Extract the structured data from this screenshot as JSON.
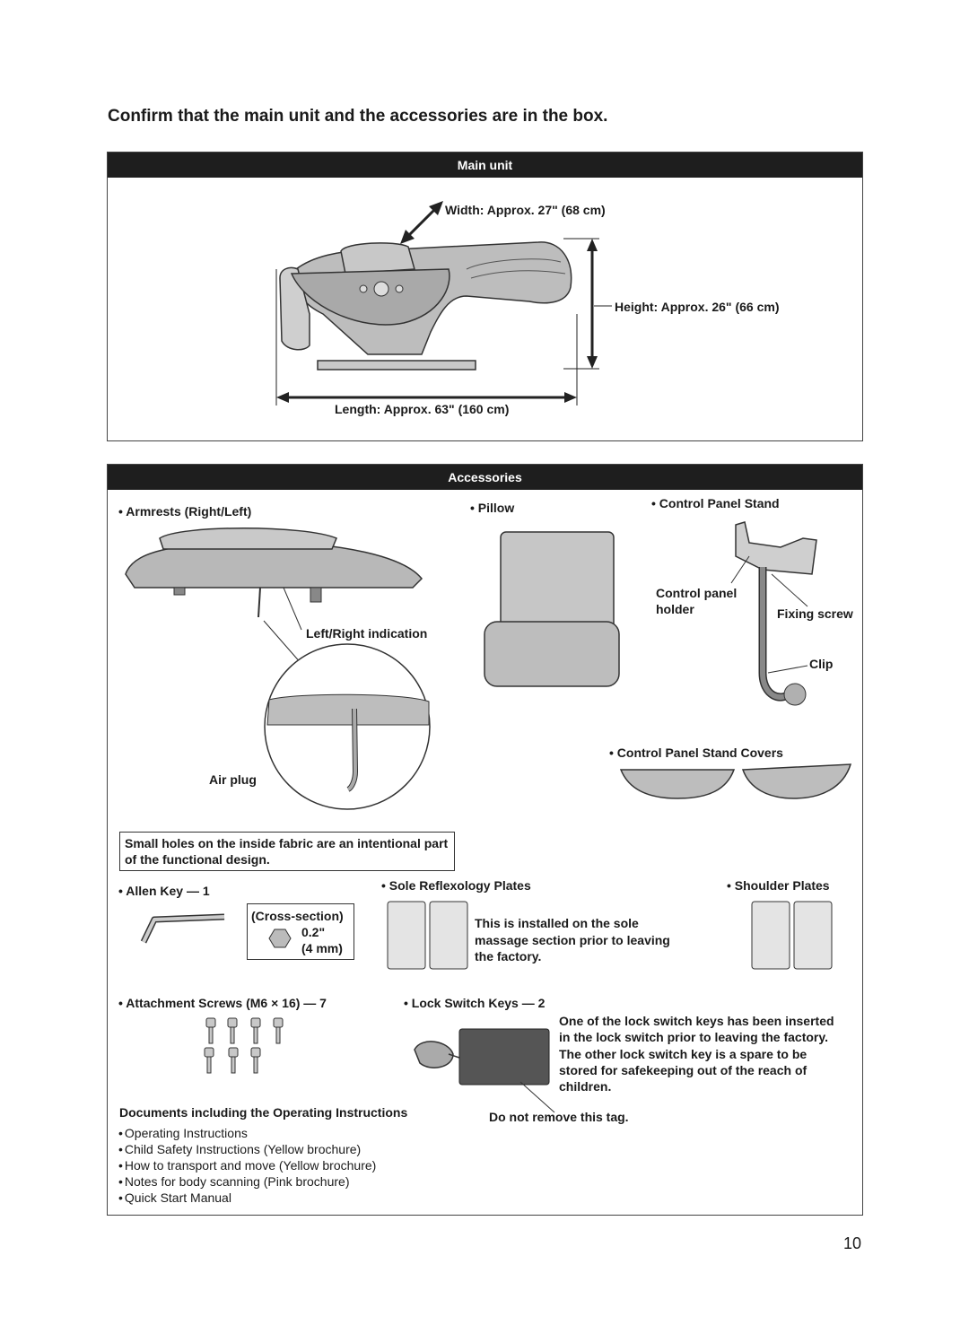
{
  "page_title": "Confirm that the main unit and the accessories are in the box.",
  "main_unit": {
    "header": "Main unit",
    "width_label": "Width: Approx. 27\" (68 cm)",
    "height_label": "Height: Approx. 26\" (66 cm)",
    "length_label": "Length: Approx. 63\" (160 cm)"
  },
  "accessories": {
    "header": "Accessories",
    "armrests": "• Armrests (Right/Left)",
    "left_right_indication": "Left/Right indication",
    "air_plug": "Air plug",
    "pillow": "• Pillow",
    "control_panel_stand": "• Control Panel Stand",
    "control_panel_holder": "Control panel\nholder",
    "fixing_screw": "Fixing screw",
    "clip": "Clip",
    "control_panel_stand_covers": "• Control Panel Stand Covers",
    "holes_note": "Small holes on the inside fabric are an intentional part of the functional design.",
    "allen_key": "• Allen Key — 1",
    "cross_section": "(Cross-section)",
    "cs_inch": "0.2\"",
    "cs_mm": "(4 mm)",
    "sole_plates": "• Sole Reflexology Plates",
    "sole_note": "This is installed on the sole\nmassage section prior to leaving\nthe factory.",
    "shoulder_plates": "• Shoulder Plates",
    "attachment_screws": "• Attachment Screws (M6 × 16) — 7",
    "lock_switch_keys": "• Lock Switch Keys — 2",
    "lock_note": "One of the lock switch keys has been inserted\nin the lock switch prior to leaving the factory.\nThe other lock switch key is a spare to be\nstored for safekeeping out of the reach of\nchildren.",
    "do_not_remove": "Do not remove this tag.",
    "documents_heading": "Documents including the Operating Instructions",
    "documents": [
      "Operating Instructions",
      "Child Safety Instructions (Yellow brochure)",
      "How to transport and move (Yellow brochure)",
      "Notes for body scanning (Pink brochure)",
      "Quick Start Manual"
    ]
  },
  "page_number": "10"
}
